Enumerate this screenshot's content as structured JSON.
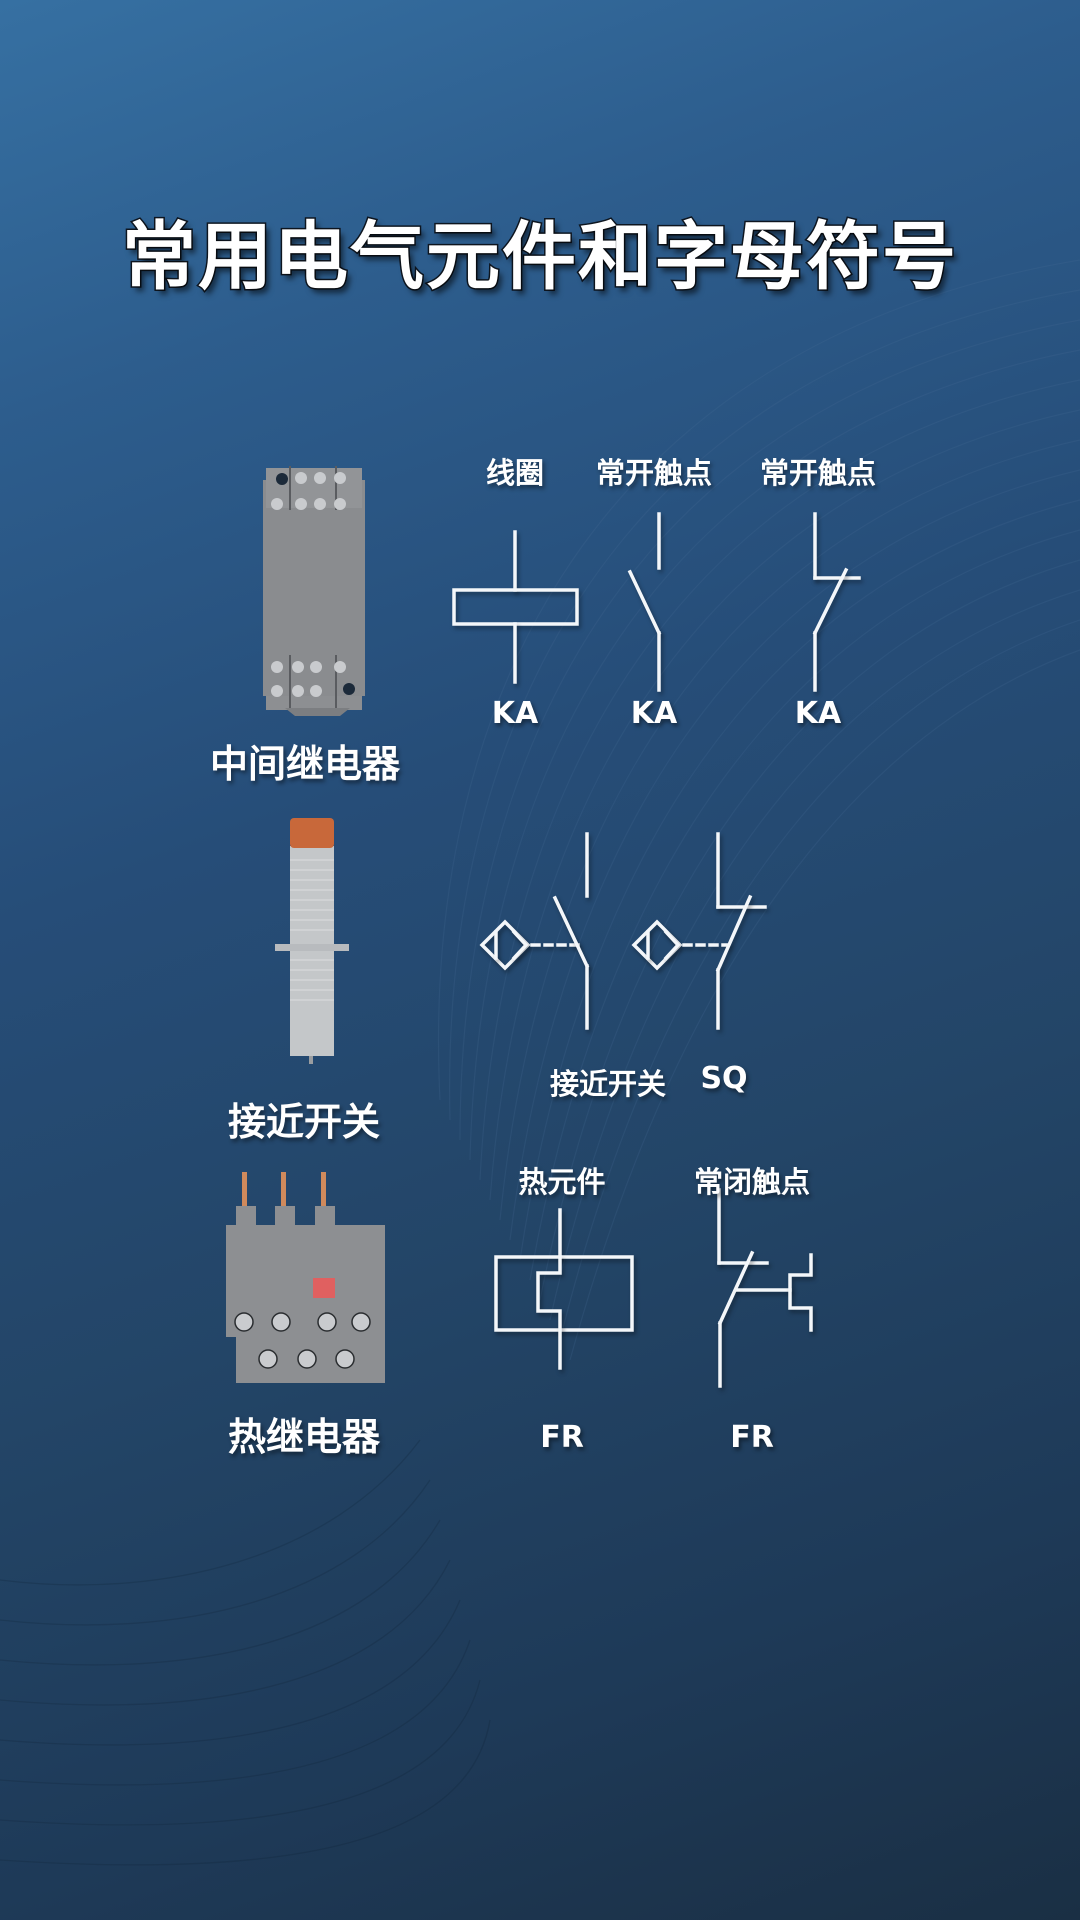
{
  "title": "常用电气元件和字母符号",
  "colors": {
    "background_top_left": "#3670a2",
    "background_bottom_right": "#1a2f44",
    "symbol_stroke": "#f4f7fa",
    "device_gray": "#8d8f92",
    "sensor_cap_orange": "#c8683a",
    "indicator_red": "#e06060",
    "pin_copper": "#d08a5c"
  },
  "sections": [
    {
      "device_name": "中间继电器",
      "symbols": [
        {
          "label": "线圈",
          "code": "KA",
          "type": "coil"
        },
        {
          "label": "常开触点",
          "code": "KA",
          "type": "normally-open-contact"
        },
        {
          "label": "常开触点",
          "code": "KA",
          "type": "normally-closed-contact"
        }
      ]
    },
    {
      "device_name": "接近开关",
      "symbols": [
        {
          "type": "proximity-no-contact"
        },
        {
          "type": "proximity-nc-contact"
        }
      ],
      "caption": "接近开关",
      "code": "SQ"
    },
    {
      "device_name": "热继电器",
      "symbols": [
        {
          "label": "热元件",
          "code": "FR",
          "type": "thermal-element"
        },
        {
          "label": "常闭触点",
          "code": "FR",
          "type": "thermal-nc-contact"
        }
      ]
    }
  ]
}
